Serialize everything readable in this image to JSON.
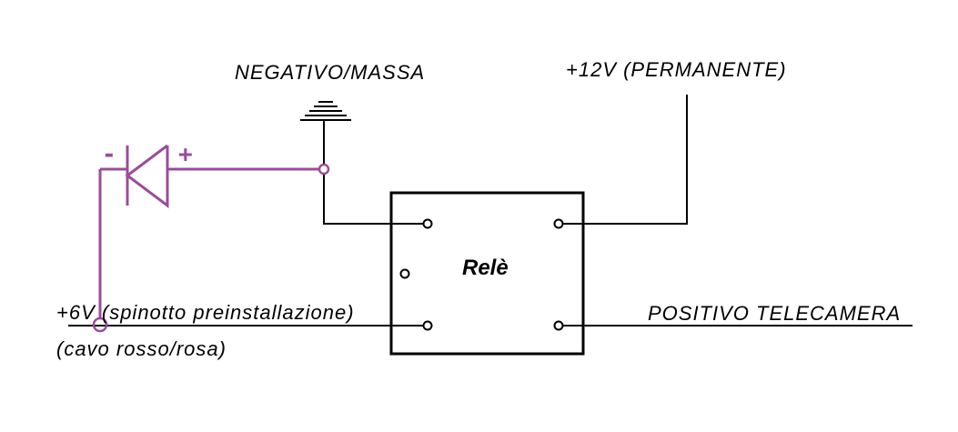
{
  "labels": {
    "ground": "NEGATIVO/MASSA",
    "supply": "+12V (PERMANENTE)",
    "relay": "Relè",
    "input_line1": "+6V (spinotto preinstallazione)",
    "input_line2": "(cavo rosso/rosa)",
    "output": "POSITIVO TELECAMERA",
    "diode_minus": "-",
    "diode_plus": "+"
  },
  "colors": {
    "wire": "#000000",
    "diode": "#9a4c9a"
  }
}
